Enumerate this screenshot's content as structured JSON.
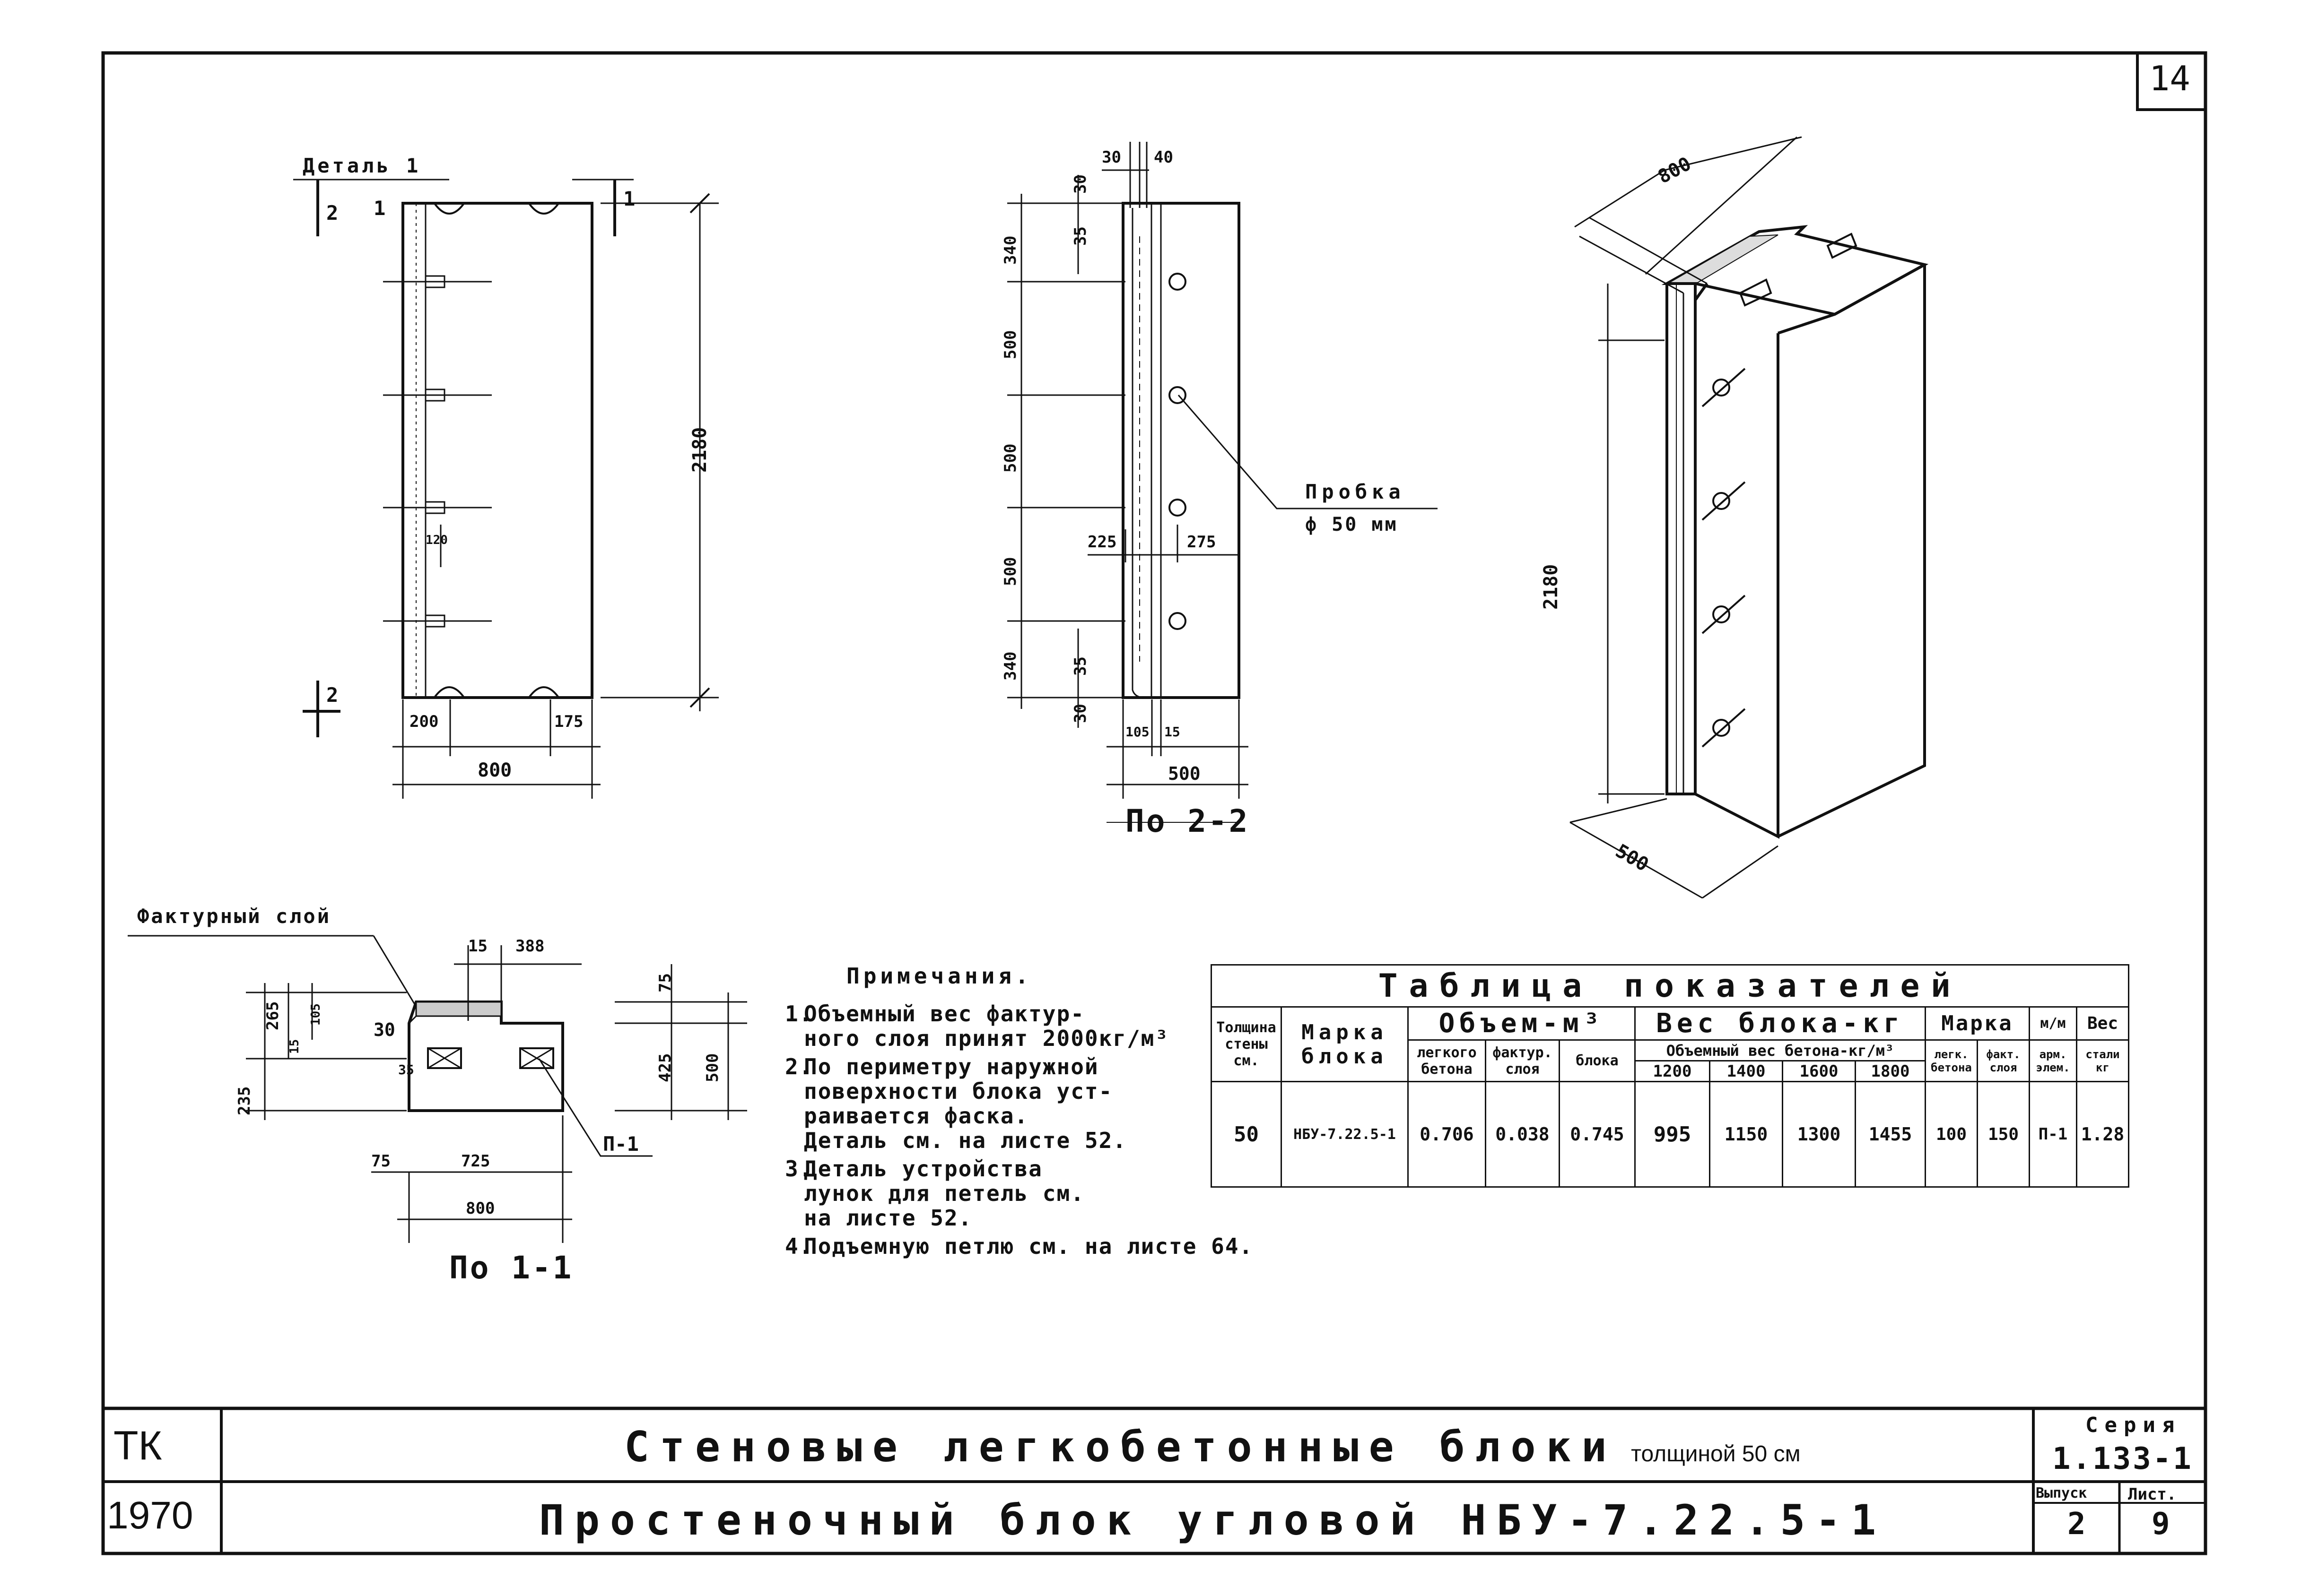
{
  "sheet": {
    "page_number": "14",
    "stamp_tk": "ТК",
    "stamp_year": "1970",
    "title_main": "Стеновые легкобетонные блоки",
    "title_main_suffix": "толщиной 50 см",
    "title_sub": "Простеночный блок угловой НБУ-7.22.5-1",
    "series_label": "Серия",
    "series_value": "1.133-1",
    "issue_label": "Выпуск",
    "issue_value": "2",
    "sheet_label": "Лист.",
    "sheet_value": "9"
  },
  "elevation": {
    "detail_label": "Деталь 1",
    "cut_mark_2": "2",
    "cut_mark_1": "1",
    "dim_height": "2180",
    "dim_120": "120",
    "dim_200": "200",
    "dim_175": "175",
    "dim_800": "800"
  },
  "section_22": {
    "caption": "По 2-2",
    "dim_30_top": "30",
    "dim_40_top": "40",
    "dim_30_v": "30",
    "dim_35_top": "35",
    "dim_340_top": "340",
    "dim_500_a": "500",
    "dim_500_b": "500",
    "dim_500_c": "500",
    "dim_340_bot": "340",
    "dim_35_bot": "35",
    "dim_30_bot": "30",
    "dim_225": "225",
    "dim_275": "275",
    "dim_105": "105",
    "dim_15": "15",
    "dim_500_w": "500",
    "plug_label": "Пробка",
    "plug_size": "ф 50 мм"
  },
  "isometric": {
    "dim_800": "800",
    "dim_2180": "2180",
    "dim_500": "500"
  },
  "section_11": {
    "caption": "По 1-1",
    "facing_label": "Фактурный слой",
    "dim_15_top": "15",
    "dim_388": "388",
    "dim_75_r": "75",
    "dim_265": "265",
    "dim_15_v": "15",
    "dim_105": "105",
    "dim_30": "30",
    "dim_35": "35",
    "dim_235": "235",
    "dim_425": "425",
    "dim_500": "500",
    "dim_75": "75",
    "dim_725": "725",
    "dim_800": "800",
    "loop_mark": "П-1"
  },
  "notes": {
    "title": "Примечания.",
    "items": [
      {
        "num": "1.",
        "line1": "Объемный вес фактур-",
        "line2": "ного слоя принят 2000кг/м³"
      },
      {
        "num": "2.",
        "line1": "По периметру наружной",
        "line2": "поверхности блока уст-",
        "line3": "раивается фаска.",
        "line4": "Деталь см. на листе 52."
      },
      {
        "num": "3.",
        "line1": "Деталь устройства",
        "line2": "лунок для петель см.",
        "line3": "на листе 52."
      },
      {
        "num": "4.",
        "line1": "Подъемную петлю см. на листе 64."
      }
    ]
  },
  "table": {
    "title": "Таблица показателей",
    "h_thickness": [
      "Толщина",
      "стены",
      "см."
    ],
    "h_mark": [
      "Марка",
      "блока"
    ],
    "h_volume": "Объем-м³",
    "h_vol_light": [
      "легкого",
      "бетона"
    ],
    "h_vol_facing": [
      "фактур.",
      "слоя"
    ],
    "h_vol_block": "блока",
    "h_weight": "Вес блока-кг",
    "h_weight_sub": "Объемный вес бетона-кг/м³",
    "h_densities": [
      "1200",
      "1400",
      "1600",
      "1800"
    ],
    "h_grade": "Марка",
    "h_grade_light": [
      "легк.",
      "бетона"
    ],
    "h_grade_facing": [
      "факт.",
      "слоя"
    ],
    "h_rebar": "м/м",
    "h_rebar_sub": [
      "арм.",
      "элем."
    ],
    "h_steel": "Вес",
    "h_steel_sub": [
      "стали",
      "кг"
    ],
    "row": {
      "thickness": "50",
      "mark": "НБУ-7.22.5-1",
      "vol_light": "0.706",
      "vol_facing": "0.038",
      "vol_block": "0.745",
      "w1200": "995",
      "w1400": "1150",
      "w1600": "1300",
      "w1800": "1455",
      "grade_light": "100",
      "grade_facing": "150",
      "rebar": "П-1",
      "steel": "1.28"
    }
  }
}
